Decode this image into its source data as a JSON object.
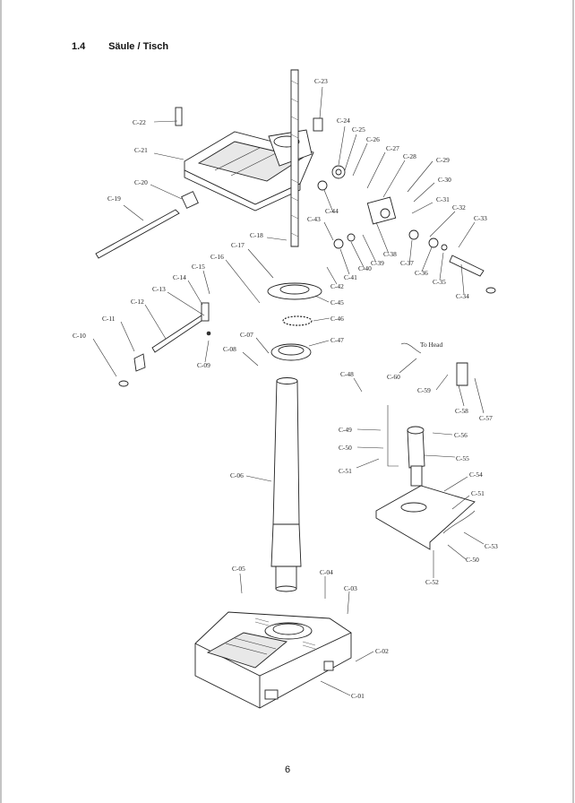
{
  "section": {
    "number": "1.4",
    "title": "Säule / Tisch"
  },
  "page_number": "6",
  "callouts": [
    "C-23",
    "C-22",
    "C-24",
    "C-25",
    "C-26",
    "C-27",
    "C-28",
    "C-29",
    "C-21",
    "C-30",
    "C-20",
    "C-31",
    "C-19",
    "C-32",
    "C-43",
    "C-33",
    "C-44",
    "C-18",
    "C-17",
    "C-16",
    "C-38",
    "C-15",
    "C-39",
    "C-37",
    "C-14",
    "C-41",
    "C-36",
    "C-40",
    "C-13",
    "C-42",
    "C-35",
    "C-12",
    "C-34",
    "C-45",
    "C-46",
    "C-11",
    "C-07",
    "C-10",
    "C-47",
    "C-08",
    "C-09",
    "To Head",
    "C-60",
    "C-48",
    "C-59",
    "C-58",
    "C-57",
    "C-49",
    "C-56",
    "C-50",
    "C-55",
    "C-51",
    "C-06",
    "C-54",
    "C-51",
    "C-53",
    "C-50",
    "C-52",
    "C-05",
    "C-04",
    "C-03",
    "C-02",
    "C-01"
  ]
}
